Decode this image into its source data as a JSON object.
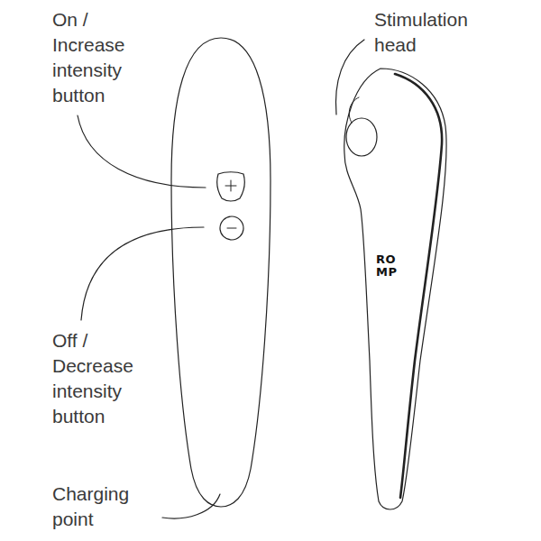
{
  "diagram": {
    "labels": [
      "On / Increase intensity button",
      "Stimulation head",
      "RO MP",
      "Off / Decrease intensity button",
      "Charging point"
    ]
  }
}
